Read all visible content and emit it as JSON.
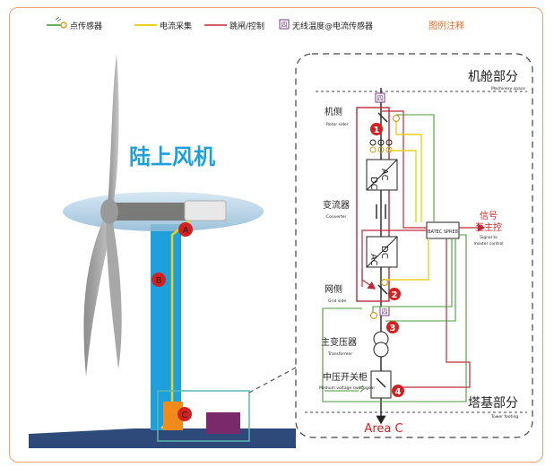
{
  "legend": {
    "point_sensor": "点传感器",
    "current_collect": "电流采集",
    "trip_control": "跳闸/控制",
    "wireless_sensor": "无线温度@电流传感器",
    "legend_title": "图例注释"
  },
  "turbine": {
    "title": "陆上风机",
    "markers": [
      "A",
      "B",
      "C"
    ]
  },
  "detail": {
    "nacelle_cn": "机舱部分",
    "nacelle_en": "Machinery space",
    "tower_cn": "塔基部分",
    "tower_en": "Tower footing",
    "rotor_cn": "机侧",
    "rotor_en": "Rotor sider",
    "converter_cn": "变流器",
    "converter_en": "Converter",
    "grid_cn": "网侧",
    "grid_en": "Grid side",
    "transformer_cn": "主变压器",
    "transformer_en": "Transformer",
    "switchgear_cn": "中压开关柜",
    "switchgear_en": "Medium voltage switchgear",
    "device": "BATEC SPRE8",
    "signal_cn1": "信号",
    "signal_cn2": "至主控",
    "signal_en1": "Signal to",
    "signal_en2": "master control",
    "ac": "AC",
    "dc": "DC",
    "tag": "四",
    "points": [
      "1",
      "2",
      "3",
      "4"
    ],
    "area": "Area C"
  },
  "colors": {
    "frame": "#f0a070",
    "point_sensor": "#4a9a3a",
    "current": "#e8d21a",
    "trip": "#c0283a",
    "wireless": "#7a3a8a",
    "accent_red": "#d42020",
    "tower_blue": "#1ea0dc",
    "title_blue": "#1ea0dc",
    "nacelle": "#a8c8dc"
  }
}
